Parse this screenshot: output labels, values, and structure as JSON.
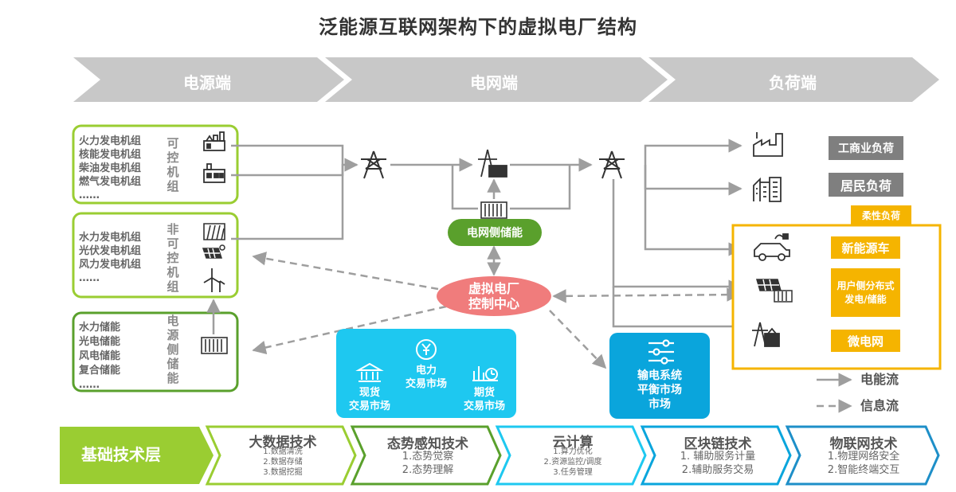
{
  "title": "泛能源互联网架构下的虚拟电厂结构",
  "stages": [
    {
      "label": "电源端"
    },
    {
      "label": "电网端"
    },
    {
      "label": "负荷端"
    }
  ],
  "sources": {
    "controllable": {
      "items": [
        "火力发电机组",
        "核能发电机组",
        "柴油发电机组",
        "燃气发电机组",
        "……"
      ],
      "tag": "可控机组",
      "icons": [
        "thermal-plant-icon",
        "nuclear-plant-icon"
      ]
    },
    "uncontrollable": {
      "items": [
        "水力发电机组",
        "光伏发电机组",
        "风力发电机组",
        "……"
      ],
      "tag": "非可控机组",
      "icons": [
        "hydro-dam-icon",
        "solar-panel-icon",
        "wind-turbine-icon"
      ]
    },
    "storage": {
      "items": [
        "水力储能",
        "光电储能",
        "风电储能",
        "复合储能",
        "……"
      ],
      "tag": "电源侧储能",
      "icons": [
        "battery-container-icon"
      ]
    }
  },
  "grid": {
    "storage_label": "电网侧储能",
    "vpp_center": [
      "虚拟电厂",
      "控制中心"
    ],
    "icons": [
      "transmission-tower-icon",
      "substation-icon",
      "transmission-tower-icon",
      "battery-container-icon"
    ]
  },
  "markets": {
    "spot": [
      "现货",
      "交易市场"
    ],
    "power": [
      "电力",
      "交易市场"
    ],
    "futures": [
      "期货",
      "交易市场"
    ],
    "balance": [
      "输电系统",
      "平衡市场",
      "市场"
    ]
  },
  "loads": {
    "industrial": "工商业负荷",
    "residential": "居民负荷",
    "flexible_title": "柔性负荷",
    "ev": "新能源车",
    "distributed": "用户侧分布式发电/储能",
    "microgrid": "微电网"
  },
  "legend": {
    "energy_flow": "电能流",
    "info_flow": "信息流"
  },
  "tech": {
    "layer_label": "基础技术层",
    "items": [
      {
        "title": "大数据技术",
        "points": [
          "1.数据清洗",
          "2.数据存储",
          "3.数据挖掘"
        ]
      },
      {
        "title": "态势感知技术",
        "points": [
          "1.态势觉察",
          "2.态势理解"
        ]
      },
      {
        "title": "云计算",
        "points": [
          "1.算力优化",
          "2.资源监控/调度",
          "3.任务管理"
        ]
      },
      {
        "title": "区块链技术",
        "points": [
          "1. 辅助服务计量",
          "2.辅助服务交易"
        ]
      },
      {
        "title": "物联网技术",
        "points": [
          "1.物理网络安全",
          "2.智能终端交互"
        ]
      }
    ]
  },
  "colors": {
    "green": "#9ACD32",
    "dark_green": "#5AA02C",
    "grey_arrow": "#C8C8C8",
    "flow_line": "#9E9E9E",
    "vpp_red": "#F07C7C",
    "market_blue": "#1EC8F0",
    "balance_blue": "#0AA5DC",
    "load_grey": "#7F7F7F",
    "flex_orange": "#F5B400"
  }
}
